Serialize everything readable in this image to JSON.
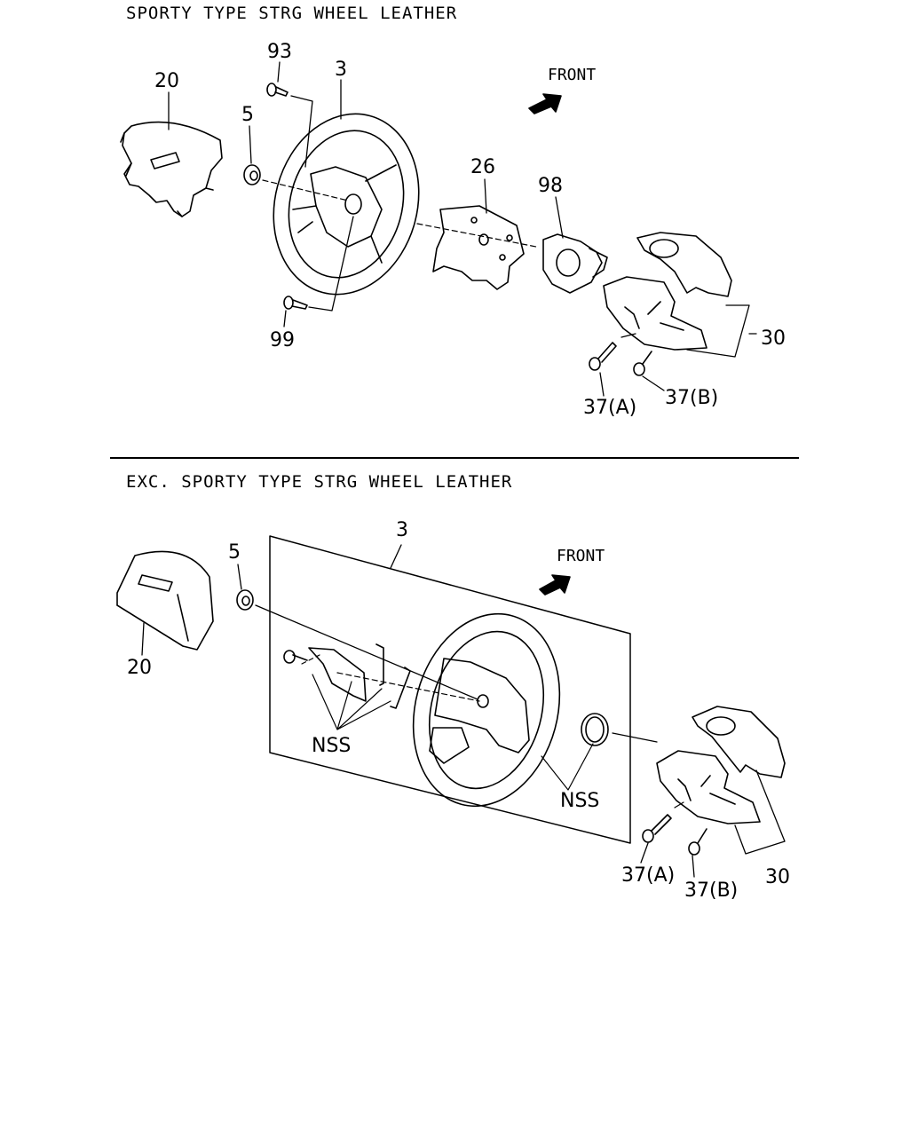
{
  "sections": [
    {
      "title": "SPORTY TYPE STRG WHEEL LEATHER",
      "front_label": "FRONT",
      "callouts": {
        "airbag": "20",
        "screw_top": "93",
        "wheel": "3",
        "nut": "5",
        "screw_bottom": "99",
        "cover": "26",
        "clock_spring": "98",
        "column_cover": "30",
        "screw_a": "37(A)",
        "screw_b": "37(B)"
      }
    },
    {
      "title": "EXC. SPORTY TYPE STRG WHEEL LEATHER",
      "front_label": "FRONT",
      "callouts": {
        "airbag": "20",
        "nut": "5",
        "wheel": "3",
        "nss_left": "NSS",
        "nss_right": "NSS",
        "column_cover": "30",
        "screw_a": "37(A)",
        "screw_b": "37(B)"
      }
    }
  ]
}
